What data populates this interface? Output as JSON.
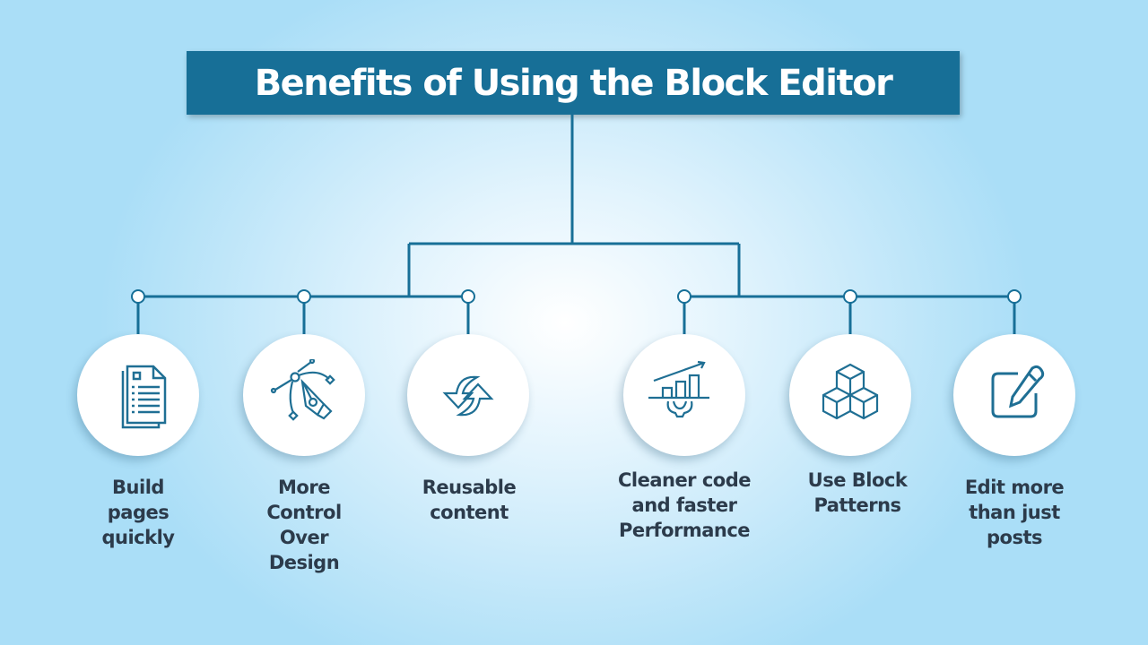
{
  "title": "Benefits of Using the Block Editor",
  "colors": {
    "accent": "#176f97",
    "text": "#2c3b4b",
    "icon": "#1f6f94"
  },
  "items": [
    {
      "label": "Build pages quickly",
      "lines": [
        "Build",
        "pages",
        "quickly"
      ],
      "icon": "document-icon"
    },
    {
      "label": "More Control Over Design",
      "lines": [
        "More",
        "Control",
        "Over",
        "Design"
      ],
      "icon": "pen-tool-icon"
    },
    {
      "label": "Reusable content",
      "lines": [
        "Reusable",
        "content"
      ],
      "icon": "refresh-icon"
    },
    {
      "label": "Cleaner code and faster Performance",
      "lines": [
        "Cleaner code",
        "and faster",
        "Performance"
      ],
      "icon": "chart-gear-icon"
    },
    {
      "label": "Use Block Patterns",
      "lines": [
        "Use Block",
        "Patterns"
      ],
      "icon": "blocks-icon"
    },
    {
      "label": "Edit more than just posts",
      "lines": [
        "Edit more",
        "than just",
        "posts"
      ],
      "icon": "edit-icon"
    }
  ]
}
